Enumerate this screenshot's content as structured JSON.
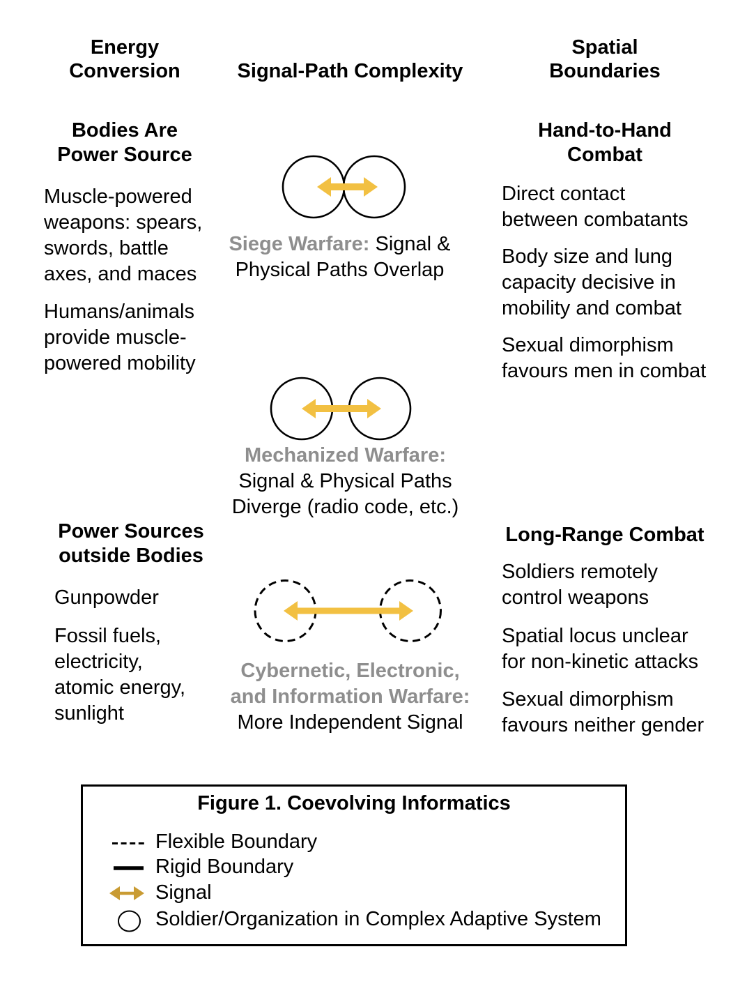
{
  "colors": {
    "signal_arrow": "#F2C042",
    "legend_signal_arrow": "#C99B33",
    "muted_heading": "#8E8E8E",
    "text": "#000000"
  },
  "headers": {
    "left": "Energy\nConversion",
    "middle": "Signal-Path Complexity",
    "right": "Spatial\nBoundaries"
  },
  "left_column": {
    "section1": {
      "heading": "Bodies Are\nPower Source",
      "para1": "Muscle-powered\nweapons: spears,\nswords, battle\naxes, and maces",
      "para2": "Humans/animals\nprovide muscle-\npowered mobility"
    },
    "section2": {
      "heading": "Power Sources\noutside Bodies",
      "para1": "Gunpowder",
      "para2": "Fossil fuels,\nelectricity,\natomic energy,\nsunlight"
    }
  },
  "middle_column": {
    "stages": [
      {
        "icon": "overlapping-circles-short-signal",
        "gray": "Siege Warfare:",
        "black": " Signal &\nPhysical Paths Overlap"
      },
      {
        "icon": "adjacent-circles-medium-signal",
        "gray": "Mechanized Warfare:",
        "black": "\nSignal & Physical Paths\nDiverge (radio code, etc.)"
      },
      {
        "icon": "separated-dashed-circles-long-signal",
        "gray": "Cybernetic, Electronic,\nand Information Warfare:",
        "black": "\nMore Independent Signal"
      }
    ]
  },
  "right_column": {
    "section1": {
      "heading": "Hand-to-Hand\nCombat",
      "para1": "Direct contact\nbetween combatants",
      "para2": "Body size and lung\ncapacity decisive in\nmobility and combat",
      "para3": "Sexual dimorphism\nfavours men in combat"
    },
    "section2": {
      "heading": "Long-Range Combat",
      "para1": "Soldiers remotely\ncontrol weapons",
      "para2": "Spatial locus unclear\nfor non-kinetic attacks",
      "para3": "Sexual dimorphism\nfavours neither gender"
    }
  },
  "legend": {
    "title": "Figure 1. Coevolving Informatics",
    "items": [
      {
        "icon": "dashed-line",
        "label": "Flexible Boundary"
      },
      {
        "icon": "solid-line",
        "label": "Rigid Boundary"
      },
      {
        "icon": "double-arrow",
        "label": "Signal"
      },
      {
        "icon": "circle-outline",
        "label": "Soldier/Organization in Complex Adaptive System"
      }
    ]
  }
}
